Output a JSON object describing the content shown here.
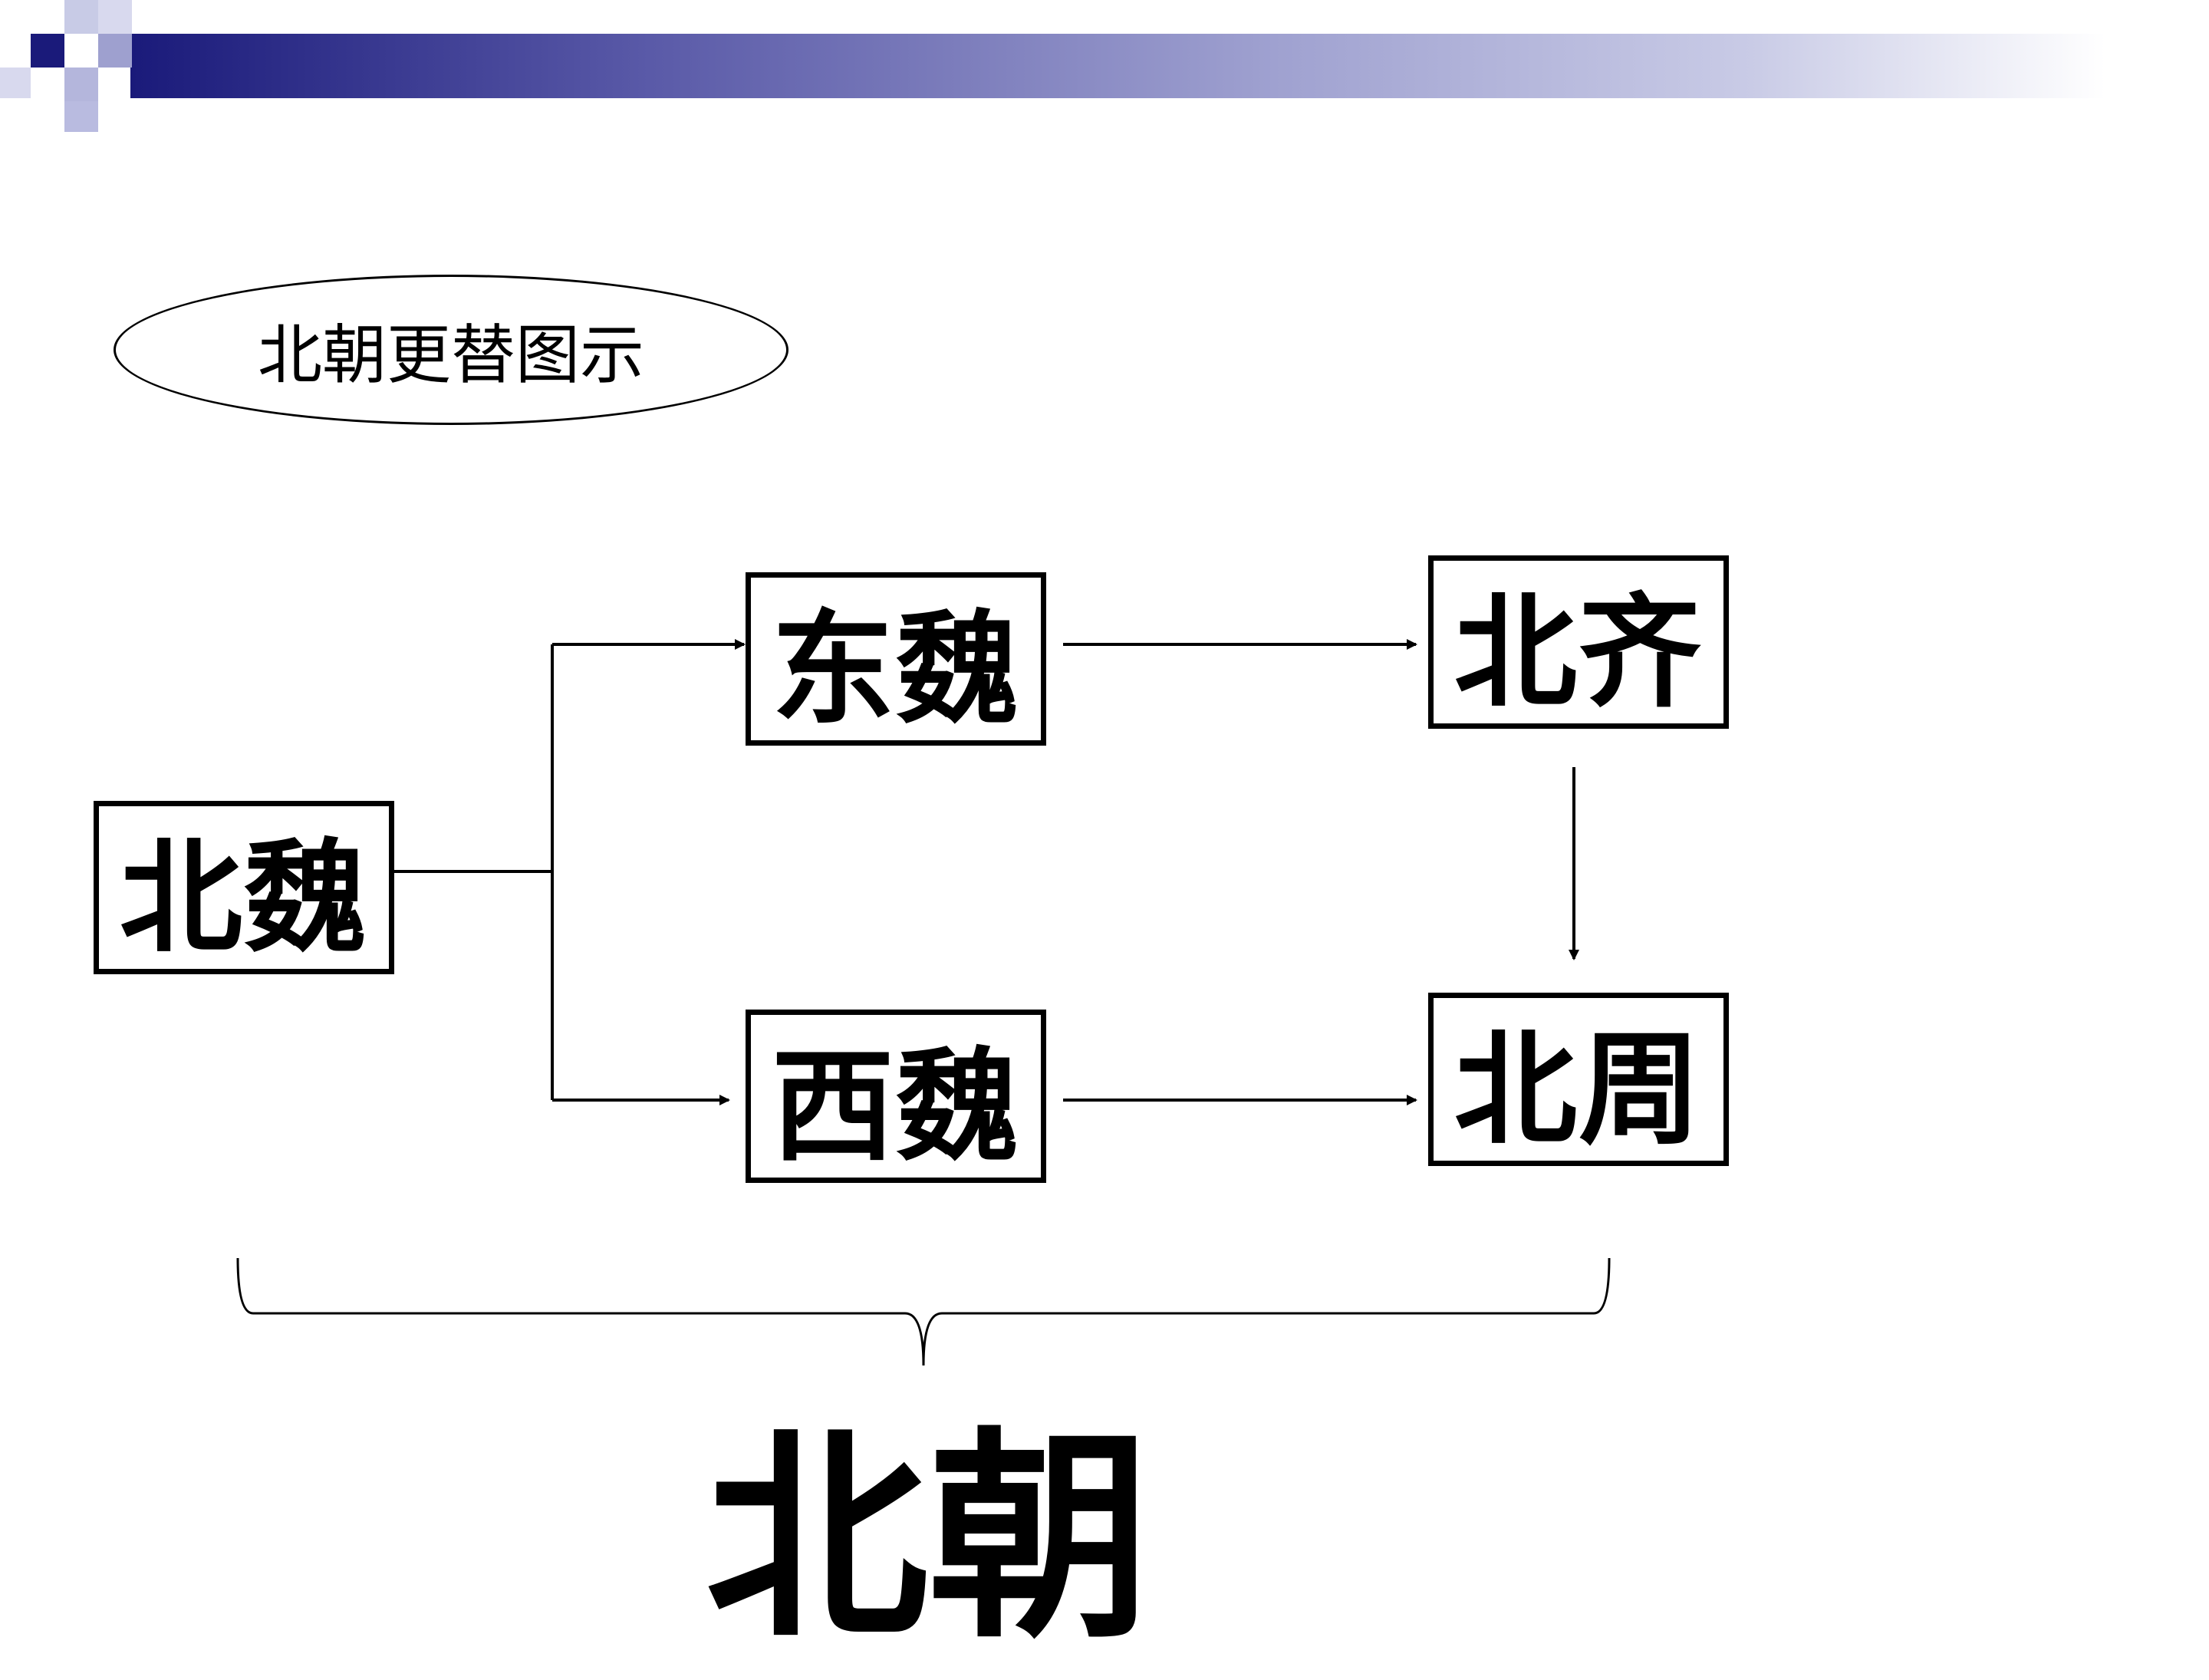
{
  "title": "北朝更替图示",
  "nodes": {
    "beiwei": "北魏",
    "dongwei": "东魏",
    "xiwei": "西魏",
    "beiqi": "北齐",
    "beizhou": "北周"
  },
  "group_label": "北朝",
  "colors": {
    "header_dark": "#1a1a7a",
    "header_light": "#c8cbe6",
    "line": "#000000"
  }
}
